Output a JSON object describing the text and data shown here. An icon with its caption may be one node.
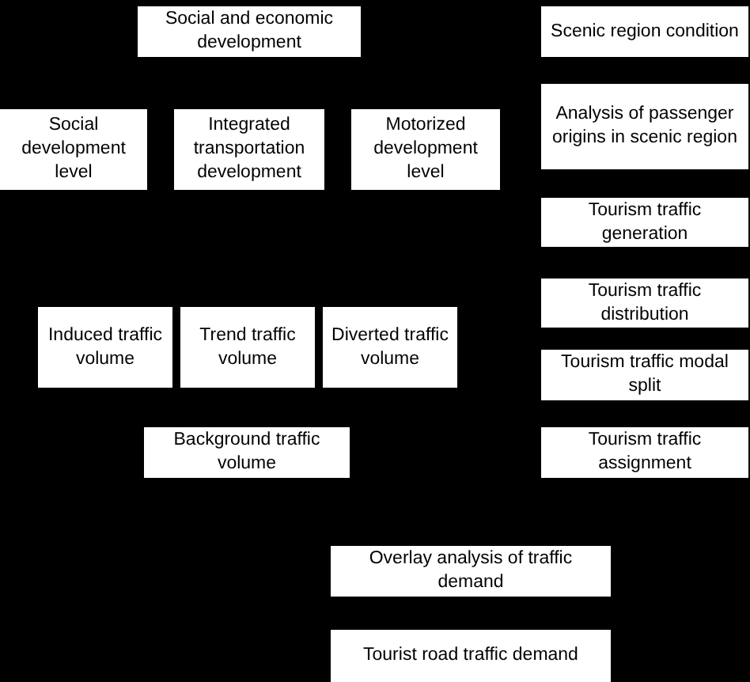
{
  "diagram": {
    "nodes": [
      {
        "text": [
          "Social and economic development"
        ]
      },
      {
        "text": [
          "Scenic region condition"
        ]
      },
      {
        "text": [
          "Social development level"
        ]
      },
      {
        "text": [
          "Integrated transportation development"
        ]
      },
      {
        "text": [
          "Motorized development level"
        ]
      },
      {
        "text": [
          "Analysis of passenger origins in scenic region"
        ]
      },
      {
        "text": [
          "Tourism traffic generation"
        ]
      },
      {
        "text": [
          "Tourism traffic distribution"
        ]
      },
      {
        "text": [
          "Induced traffic volume"
        ]
      },
      {
        "text": [
          "Trend traffic volume"
        ]
      },
      {
        "text": [
          "Diverted traffic volume"
        ]
      },
      {
        "text": [
          "Tourism traffic modal split"
        ]
      },
      {
        "text": [
          "Background traffic volume"
        ]
      },
      {
        "text": [
          "Tourism traffic assignment"
        ]
      },
      {
        "text": [
          "Overlay analysis of traffic demand"
        ]
      },
      {
        "text": [
          "Tourist road traffic demand"
        ]
      }
    ]
  }
}
